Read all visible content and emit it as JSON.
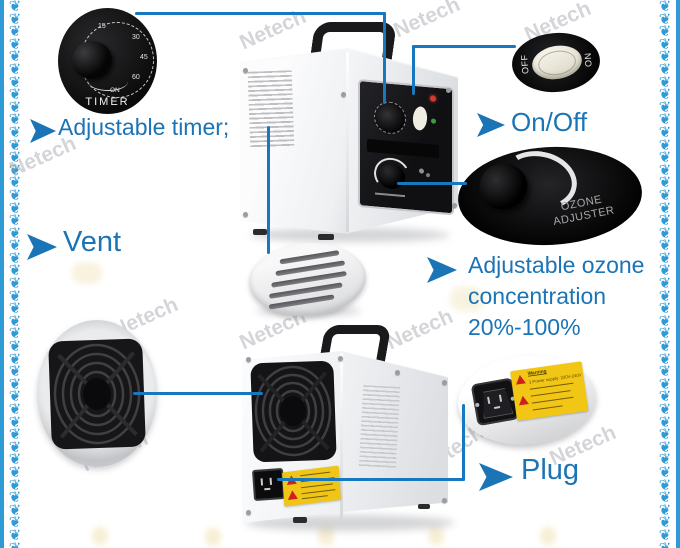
{
  "colors": {
    "accent_blue": "#1a74b6",
    "connector_blue": "#1778bd",
    "lace_border_blue": "#2e9bd6",
    "warning_label_yellow": "#f2c614",
    "warning_triangle_red": "#cf1f1f"
  },
  "border": {
    "ornament": "❦❦❦❦❦❦❦❦❦❦❦❦❦❦❦❦❦❦❦❦❦❦❦❦❦❦❦❦❦❦❦❦❦❦❦❦❦❦❦❦❦❦❦❦"
  },
  "watermark": {
    "text": "Netech"
  },
  "callouts": {
    "timer": {
      "label": "Adjustable timer;"
    },
    "onoff": {
      "label": "On/Off"
    },
    "vent": {
      "label": "Vent"
    },
    "ozone": {
      "line1": "Adjustable ozone",
      "line2": "concentration",
      "line3": "20%-100%"
    },
    "plug": {
      "label": "Plug"
    }
  },
  "insets": {
    "timer_dial": {
      "title": "TIMER",
      "tick15": "15",
      "tick30": "30",
      "tick45": "45",
      "tick60": "60",
      "on": "ON"
    },
    "onoff_switch": {
      "off": "OFF",
      "on": "ON"
    },
    "ozone_adjuster": {
      "line1": "OZONE",
      "line2": "ADJUSTER"
    },
    "plug_socket": {
      "warning_title": "Warning",
      "warning_line1": "1.Power supply: 220V-240V"
    }
  }
}
